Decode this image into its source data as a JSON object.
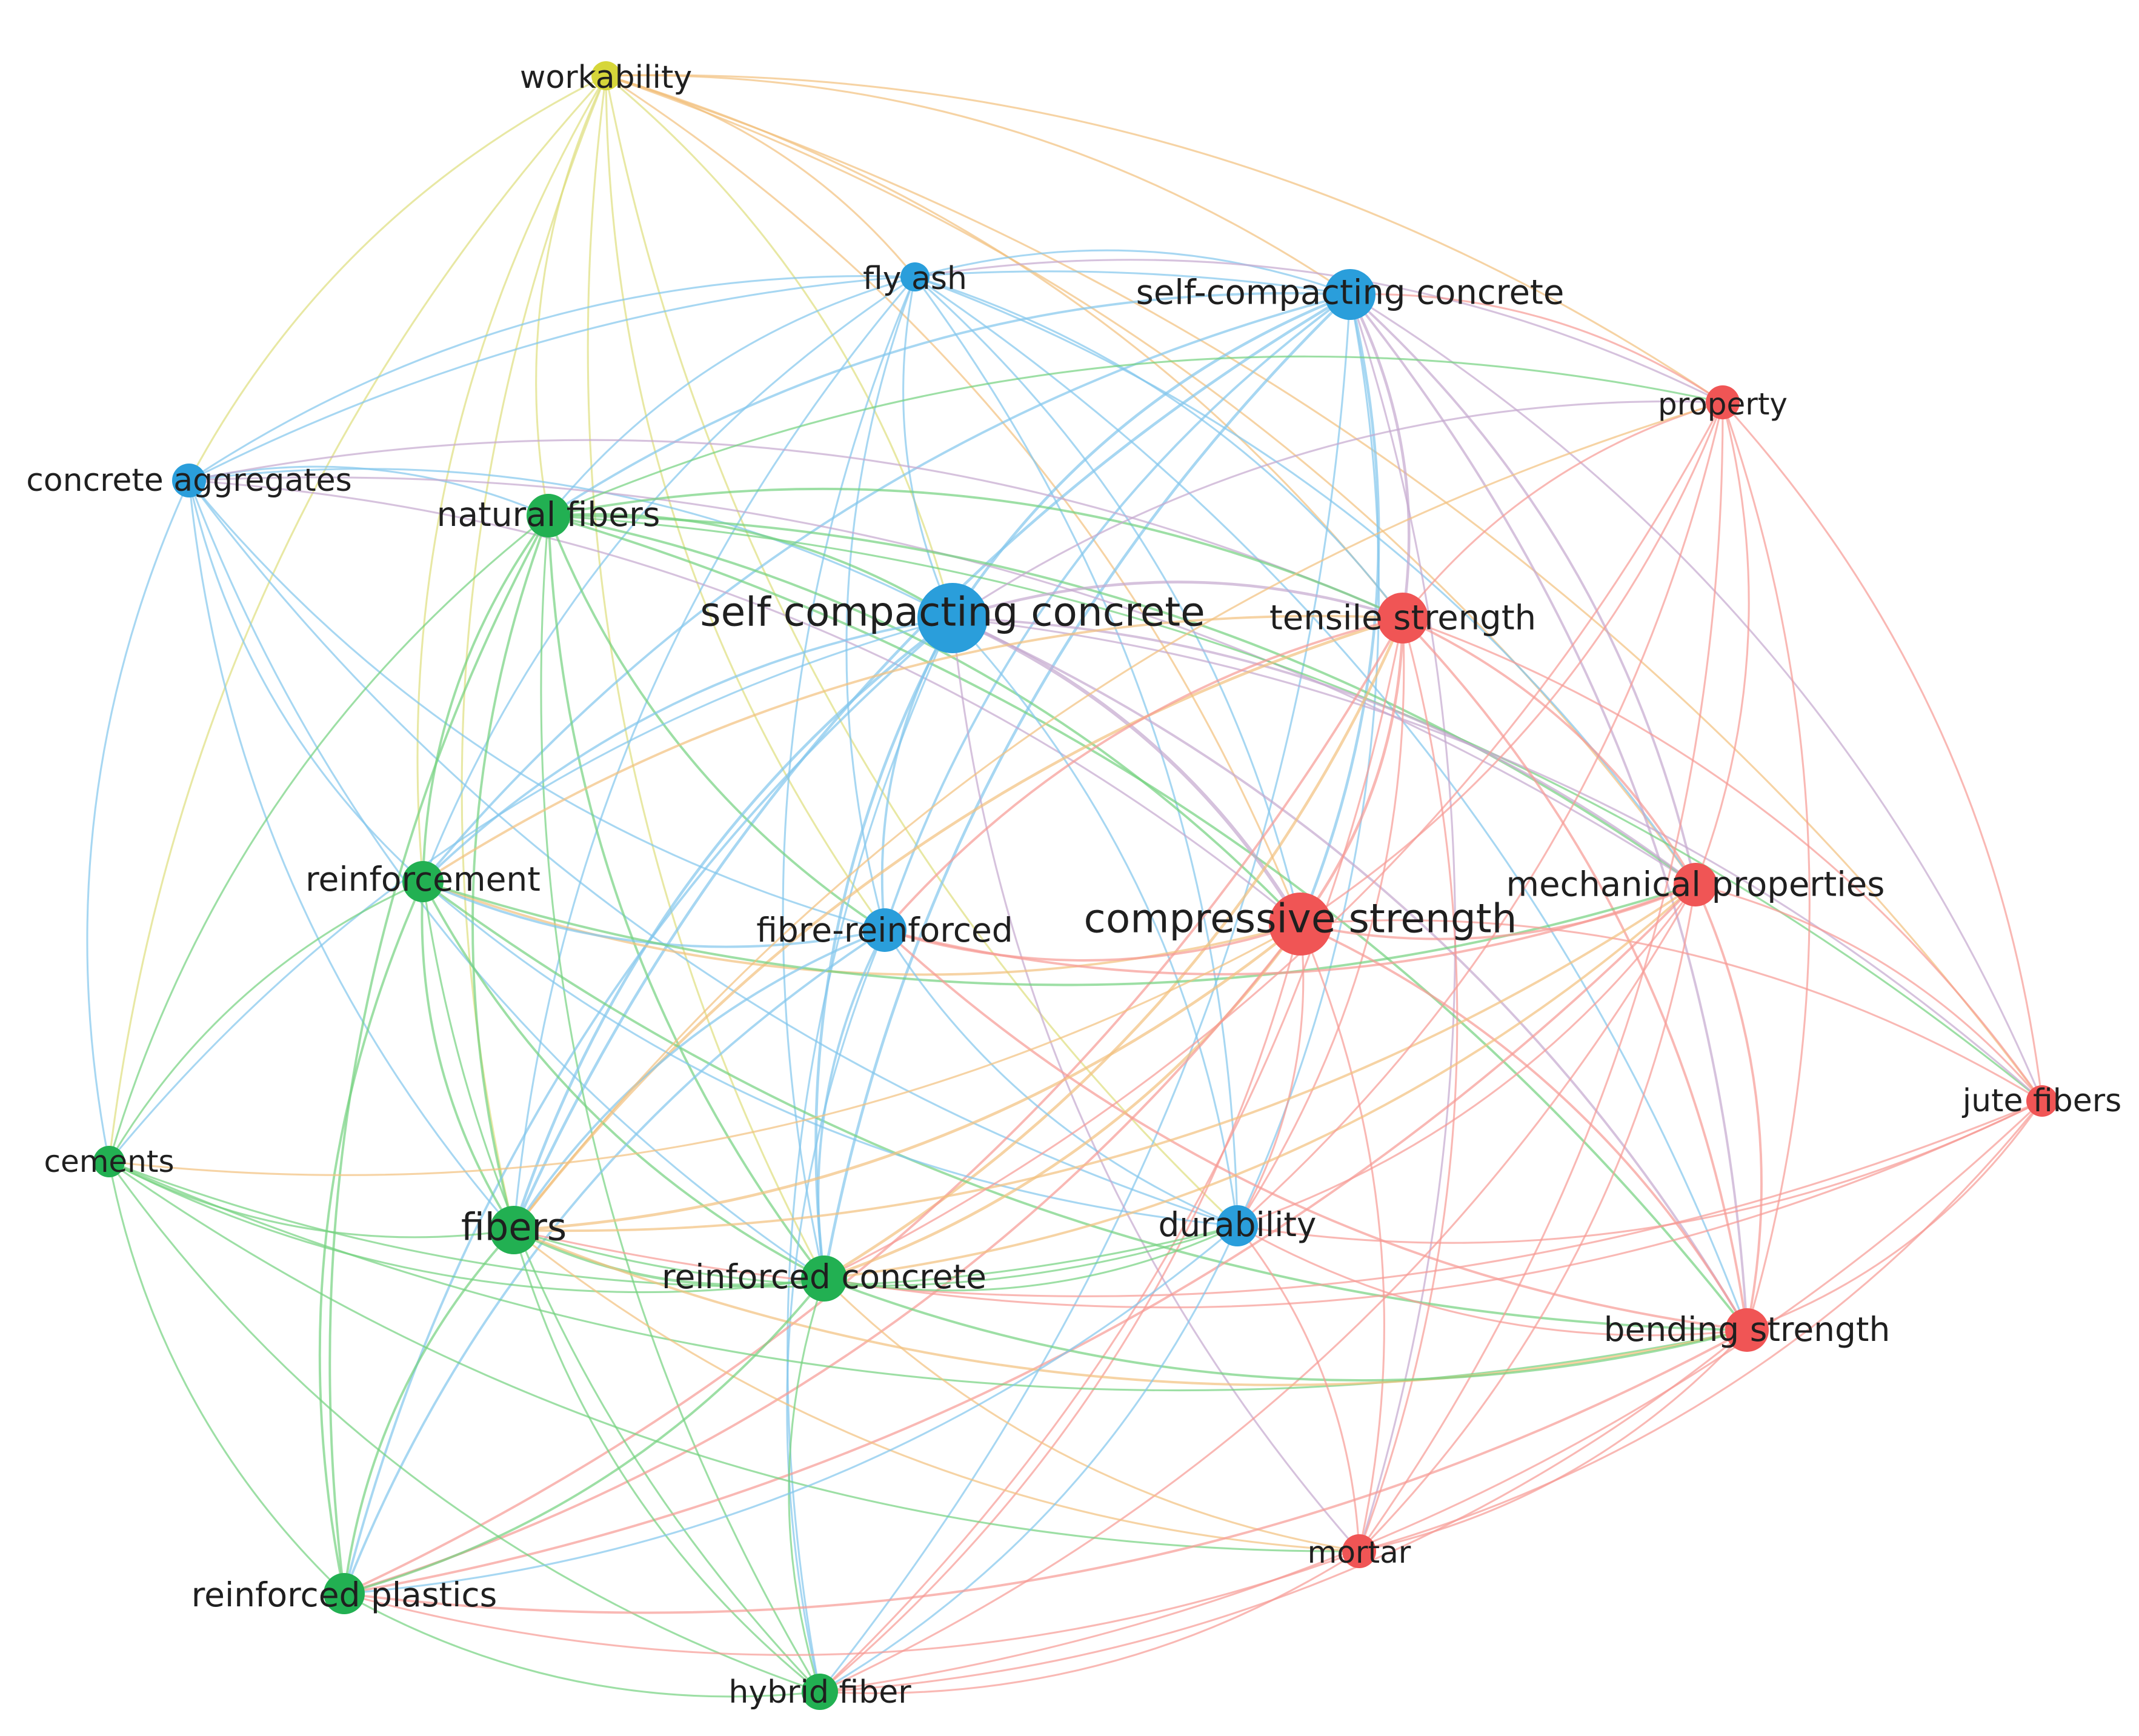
{
  "diagram": {
    "type": "keyword co-occurrence network",
    "clusters": {
      "red": "#f05555",
      "green": "#22b052",
      "blue": "#2a9edb",
      "yellow": "#d6d63a"
    },
    "edge_colors": {
      "red": "#f79a94",
      "green": "#74d17f",
      "blue": "#82c6ec",
      "yellow": "#dede7e",
      "orange": "#f2c07e",
      "purple": "#c4a8cf"
    },
    "nodes": [
      {
        "id": "workability",
        "label": "workability",
        "cluster": "yellow",
        "weight": 2
      },
      {
        "id": "fly-ash",
        "label": "fly ash",
        "cluster": "blue",
        "weight": 2
      },
      {
        "id": "self-compacting-concrete-hyphen",
        "label": "self-compacting concrete",
        "cluster": "blue",
        "weight": 4
      },
      {
        "id": "property",
        "label": "property",
        "cluster": "red",
        "weight": 2
      },
      {
        "id": "concrete-aggregates",
        "label": "concrete aggregates",
        "cluster": "blue",
        "weight": 2
      },
      {
        "id": "natural-fibers",
        "label": "natural fibers",
        "cluster": "green",
        "weight": 3
      },
      {
        "id": "self-compacting-concrete",
        "label": "self compacting concrete",
        "cluster": "blue",
        "weight": 6
      },
      {
        "id": "tensile-strength",
        "label": "tensile strength",
        "cluster": "red",
        "weight": 4
      },
      {
        "id": "reinforcement",
        "label": "reinforcement",
        "cluster": "green",
        "weight": 3
      },
      {
        "id": "fibre-reinforced",
        "label": "fibre-reinforced",
        "cluster": "blue",
        "weight": 3
      },
      {
        "id": "compressive-strength",
        "label": "compressive strength",
        "cluster": "red",
        "weight": 6
      },
      {
        "id": "mechanical-properties",
        "label": "mechanical properties",
        "cluster": "red",
        "weight": 3
      },
      {
        "id": "jute-fibers",
        "label": "jute fibers",
        "cluster": "red",
        "weight": 2
      },
      {
        "id": "cements",
        "label": "cements",
        "cluster": "green",
        "weight": 2
      },
      {
        "id": "fibers",
        "label": "fibers",
        "cluster": "green",
        "weight": 4
      },
      {
        "id": "reinforced-concrete",
        "label": "reinforced concrete",
        "cluster": "green",
        "weight": 4
      },
      {
        "id": "durability",
        "label": "durability",
        "cluster": "blue",
        "weight": 2
      },
      {
        "id": "bending-strength",
        "label": "bending strength",
        "cluster": "red",
        "weight": 3
      },
      {
        "id": "mortar",
        "label": "mortar",
        "cluster": "red",
        "weight": 2
      },
      {
        "id": "reinforced-plastics",
        "label": "reinforced plastics",
        "cluster": "green",
        "weight": 3
      },
      {
        "id": "hybrid-fiber",
        "label": "hybrid fiber",
        "cluster": "green",
        "weight": 2
      }
    ],
    "edges": [
      [
        "workability",
        "fly-ash",
        "orange"
      ],
      [
        "workability",
        "self-compacting-concrete-hyphen",
        "orange"
      ],
      [
        "workability",
        "self-compacting-concrete",
        "yellow"
      ],
      [
        "workability",
        "natural-fibers",
        "yellow"
      ],
      [
        "workability",
        "reinforcement",
        "yellow"
      ],
      [
        "workability",
        "fibers",
        "yellow"
      ],
      [
        "workability",
        "compressive-strength",
        "orange"
      ],
      [
        "workability",
        "tensile-strength",
        "orange"
      ],
      [
        "workability",
        "concrete-aggregates",
        "yellow"
      ],
      [
        "workability",
        "cements",
        "yellow"
      ],
      [
        "workability",
        "reinforced-concrete",
        "yellow"
      ],
      [
        "workability",
        "property",
        "orange"
      ],
      [
        "workability",
        "mechanical-properties",
        "orange"
      ],
      [
        "workability",
        "durability",
        "yellow"
      ],
      [
        "workability",
        "fibre-reinforced",
        "yellow"
      ],
      [
        "workability",
        "jute-fibers",
        "orange"
      ],
      [
        "fly-ash",
        "self-compacting-concrete",
        "blue"
      ],
      [
        "fly-ash",
        "self-compacting-concrete-hyphen",
        "blue"
      ],
      [
        "fly-ash",
        "concrete-aggregates",
        "blue"
      ],
      [
        "fly-ash",
        "compressive-strength",
        "blue"
      ],
      [
        "fly-ash",
        "tensile-strength",
        "blue"
      ],
      [
        "fly-ash",
        "durability",
        "blue"
      ],
      [
        "fly-ash",
        "fibre-reinforced",
        "blue"
      ],
      [
        "fly-ash",
        "fibers",
        "blue"
      ],
      [
        "fly-ash",
        "reinforced-concrete",
        "blue"
      ],
      [
        "fly-ash",
        "mechanical-properties",
        "blue"
      ],
      [
        "fly-ash",
        "reinforcement",
        "blue"
      ],
      [
        "fly-ash",
        "natural-fibers",
        "blue"
      ],
      [
        "fly-ash",
        "property",
        "purple"
      ],
      [
        "fly-ash",
        "bending-strength",
        "blue"
      ],
      [
        "self-compacting-concrete-hyphen",
        "self-compacting-concrete",
        "blue"
      ],
      [
        "self-compacting-concrete-hyphen",
        "compressive-strength",
        "blue"
      ],
      [
        "self-compacting-concrete-hyphen",
        "tensile-strength",
        "purple"
      ],
      [
        "self-compacting-concrete-hyphen",
        "property",
        "red"
      ],
      [
        "self-compacting-concrete-hyphen",
        "fibers",
        "blue"
      ],
      [
        "self-compacting-concrete-hyphen",
        "reinforced-concrete",
        "blue"
      ],
      [
        "self-compacting-concrete-hyphen",
        "fibre-reinforced",
        "blue"
      ],
      [
        "self-compacting-concrete-hyphen",
        "durability",
        "blue"
      ],
      [
        "self-compacting-concrete-hyphen",
        "mechanical-properties",
        "purple"
      ],
      [
        "self-compacting-concrete-hyphen",
        "bending-strength",
        "purple"
      ],
      [
        "self-compacting-concrete-hyphen",
        "natural-fibers",
        "blue"
      ],
      [
        "self-compacting-concrete-hyphen",
        "reinforcement",
        "blue"
      ],
      [
        "self-compacting-concrete-hyphen",
        "concrete-aggregates",
        "blue"
      ],
      [
        "self-compacting-concrete-hyphen",
        "mortar",
        "purple"
      ],
      [
        "self-compacting-concrete-hyphen",
        "jute-fibers",
        "purple"
      ],
      [
        "self-compacting-concrete-hyphen",
        "hybrid-fiber",
        "blue"
      ],
      [
        "concrete-aggregates",
        "self-compacting-concrete",
        "blue"
      ],
      [
        "concrete-aggregates",
        "natural-fibers",
        "blue"
      ],
      [
        "concrete-aggregates",
        "compressive-strength",
        "purple"
      ],
      [
        "concrete-aggregates",
        "fibers",
        "blue"
      ],
      [
        "concrete-aggregates",
        "reinforcement",
        "blue"
      ],
      [
        "concrete-aggregates",
        "fibre-reinforced",
        "blue"
      ],
      [
        "concrete-aggregates",
        "durability",
        "blue"
      ],
      [
        "concrete-aggregates",
        "reinforced-concrete",
        "blue"
      ],
      [
        "concrete-aggregates",
        "cements",
        "blue"
      ],
      [
        "concrete-aggregates",
        "tensile-strength",
        "purple"
      ],
      [
        "concrete-aggregates",
        "mechanical-properties",
        "purple"
      ],
      [
        "natural-fibers",
        "self-compacting-concrete",
        "green"
      ],
      [
        "natural-fibers",
        "reinforcement",
        "green"
      ],
      [
        "natural-fibers",
        "fibers",
        "green"
      ],
      [
        "natural-fibers",
        "reinforced-concrete",
        "green"
      ],
      [
        "natural-fibers",
        "reinforced-plastics",
        "green"
      ],
      [
        "natural-fibers",
        "hybrid-fiber",
        "green"
      ],
      [
        "natural-fibers",
        "cements",
        "green"
      ],
      [
        "natural-fibers",
        "compressive-strength",
        "green"
      ],
      [
        "natural-fibers",
        "tensile-strength",
        "green"
      ],
      [
        "natural-fibers",
        "mechanical-properties",
        "green"
      ],
      [
        "natural-fibers",
        "fibre-reinforced",
        "green"
      ],
      [
        "natural-fibers",
        "property",
        "green"
      ],
      [
        "natural-fibers",
        "bending-strength",
        "green"
      ],
      [
        "natural-fibers",
        "jute-fibers",
        "green"
      ],
      [
        "self-compacting-concrete",
        "tensile-strength",
        "purple"
      ],
      [
        "self-compacting-concrete",
        "compressive-strength",
        "purple"
      ],
      [
        "self-compacting-concrete",
        "fibre-reinforced",
        "blue"
      ],
      [
        "self-compacting-concrete",
        "fibers",
        "blue"
      ],
      [
        "self-compacting-concrete",
        "reinforced-concrete",
        "blue"
      ],
      [
        "self-compacting-concrete",
        "durability",
        "blue"
      ],
      [
        "self-compacting-concrete",
        "reinforcement",
        "blue"
      ],
      [
        "self-compacting-concrete",
        "mechanical-properties",
        "purple"
      ],
      [
        "self-compacting-concrete",
        "bending-strength",
        "purple"
      ],
      [
        "self-compacting-concrete",
        "property",
        "purple"
      ],
      [
        "self-compacting-concrete",
        "reinforced-plastics",
        "blue"
      ],
      [
        "self-compacting-concrete",
        "hybrid-fiber",
        "blue"
      ],
      [
        "self-compacting-concrete",
        "cements",
        "blue"
      ],
      [
        "self-compacting-concrete",
        "mortar",
        "purple"
      ],
      [
        "self-compacting-concrete",
        "jute-fibers",
        "purple"
      ],
      [
        "tensile-strength",
        "compressive-strength",
        "red"
      ],
      [
        "tensile-strength",
        "property",
        "red"
      ],
      [
        "tensile-strength",
        "mechanical-properties",
        "red"
      ],
      [
        "tensile-strength",
        "bending-strength",
        "red"
      ],
      [
        "tensile-strength",
        "mortar",
        "red"
      ],
      [
        "tensile-strength",
        "jute-fibers",
        "red"
      ],
      [
        "tensile-strength",
        "fibers",
        "orange"
      ],
      [
        "tensile-strength",
        "reinforced-concrete",
        "orange"
      ],
      [
        "tensile-strength",
        "fibre-reinforced",
        "red"
      ],
      [
        "tensile-strength",
        "durability",
        "red"
      ],
      [
        "tensile-strength",
        "reinforcement",
        "orange"
      ],
      [
        "tensile-strength",
        "reinforced-plastics",
        "red"
      ],
      [
        "tensile-strength",
        "hybrid-fiber",
        "red"
      ],
      [
        "reinforcement",
        "fibers",
        "green"
      ],
      [
        "reinforcement",
        "reinforced-concrete",
        "green"
      ],
      [
        "reinforcement",
        "reinforced-plastics",
        "green"
      ],
      [
        "reinforcement",
        "hybrid-fiber",
        "green"
      ],
      [
        "reinforcement",
        "cements",
        "green"
      ],
      [
        "reinforcement",
        "compressive-strength",
        "orange"
      ],
      [
        "reinforcement",
        "fibre-reinforced",
        "blue"
      ],
      [
        "reinforcement",
        "mechanical-properties",
        "green"
      ],
      [
        "reinforcement",
        "bending-strength",
        "green"
      ],
      [
        "reinforcement",
        "durability",
        "blue"
      ],
      [
        "fibre-reinforced",
        "compressive-strength",
        "red"
      ],
      [
        "fibre-reinforced",
        "fibers",
        "blue"
      ],
      [
        "fibre-reinforced",
        "reinforced-concrete",
        "blue"
      ],
      [
        "fibre-reinforced",
        "durability",
        "blue"
      ],
      [
        "fibre-reinforced",
        "reinforced-plastics",
        "blue"
      ],
      [
        "fibre-reinforced",
        "hybrid-fiber",
        "blue"
      ],
      [
        "fibre-reinforced",
        "mechanical-properties",
        "red"
      ],
      [
        "fibre-reinforced",
        "bending-strength",
        "red"
      ],
      [
        "compressive-strength",
        "mechanical-properties",
        "red"
      ],
      [
        "compressive-strength",
        "bending-strength",
        "red"
      ],
      [
        "compressive-strength",
        "mortar",
        "red"
      ],
      [
        "compressive-strength",
        "jute-fibers",
        "red"
      ],
      [
        "compressive-strength",
        "property",
        "red"
      ],
      [
        "compressive-strength",
        "fibers",
        "orange"
      ],
      [
        "compressive-strength",
        "reinforced-concrete",
        "orange"
      ],
      [
        "compressive-strength",
        "durability",
        "red"
      ],
      [
        "compressive-strength",
        "reinforced-plastics",
        "red"
      ],
      [
        "compressive-strength",
        "hybrid-fiber",
        "red"
      ],
      [
        "compressive-strength",
        "cements",
        "orange"
      ],
      [
        "mechanical-properties",
        "property",
        "red"
      ],
      [
        "mechanical-properties",
        "jute-fibers",
        "red"
      ],
      [
        "mechanical-properties",
        "bending-strength",
        "red"
      ],
      [
        "mechanical-properties",
        "mortar",
        "red"
      ],
      [
        "mechanical-properties",
        "fibers",
        "orange"
      ],
      [
        "mechanical-properties",
        "reinforced-concrete",
        "orange"
      ],
      [
        "mechanical-properties",
        "durability",
        "red"
      ],
      [
        "mechanical-properties",
        "reinforced-plastics",
        "red"
      ],
      [
        "mechanical-properties",
        "hybrid-fiber",
        "red"
      ],
      [
        "property",
        "jute-fibers",
        "red"
      ],
      [
        "property",
        "bending-strength",
        "red"
      ],
      [
        "property",
        "mortar",
        "red"
      ],
      [
        "property",
        "fibers",
        "orange"
      ],
      [
        "property",
        "reinforced-concrete",
        "red"
      ],
      [
        "property",
        "durability",
        "red"
      ],
      [
        "jute-fibers",
        "bending-strength",
        "red"
      ],
      [
        "jute-fibers",
        "mortar",
        "red"
      ],
      [
        "jute-fibers",
        "fibers",
        "red"
      ],
      [
        "jute-fibers",
        "durability",
        "red"
      ],
      [
        "jute-fibers",
        "reinforced-concrete",
        "red"
      ],
      [
        "jute-fibers",
        "hybrid-fiber",
        "red"
      ],
      [
        "cements",
        "fibers",
        "green"
      ],
      [
        "cements",
        "reinforced-concrete",
        "green"
      ],
      [
        "cements",
        "reinforced-plastics",
        "green"
      ],
      [
        "cements",
        "hybrid-fiber",
        "green"
      ],
      [
        "cements",
        "durability",
        "green"
      ],
      [
        "cements",
        "bending-strength",
        "green"
      ],
      [
        "cements",
        "mortar",
        "green"
      ],
      [
        "fibers",
        "reinforced-concrete",
        "green"
      ],
      [
        "fibers",
        "reinforced-plastics",
        "green"
      ],
      [
        "fibers",
        "hybrid-fiber",
        "green"
      ],
      [
        "fibers",
        "durability",
        "green"
      ],
      [
        "fibers",
        "bending-strength",
        "orange"
      ],
      [
        "fibers",
        "mortar",
        "orange"
      ],
      [
        "reinforced-concrete",
        "reinforced-plastics",
        "green"
      ],
      [
        "reinforced-concrete",
        "hybrid-fiber",
        "green"
      ],
      [
        "reinforced-concrete",
        "durability",
        "green"
      ],
      [
        "reinforced-concrete",
        "bending-strength",
        "green"
      ],
      [
        "reinforced-concrete",
        "mortar",
        "orange"
      ],
      [
        "durability",
        "bending-strength",
        "red"
      ],
      [
        "durability",
        "mortar",
        "red"
      ],
      [
        "durability",
        "hybrid-fiber",
        "blue"
      ],
      [
        "durability",
        "reinforced-plastics",
        "blue"
      ],
      [
        "bending-strength",
        "mortar",
        "red"
      ],
      [
        "bending-strength",
        "hybrid-fiber",
        "red"
      ],
      [
        "bending-strength",
        "reinforced-plastics",
        "red"
      ],
      [
        "mortar",
        "reinforced-plastics",
        "red"
      ],
      [
        "mortar",
        "hybrid-fiber",
        "red"
      ],
      [
        "reinforced-plastics",
        "hybrid-fiber",
        "green"
      ]
    ]
  }
}
